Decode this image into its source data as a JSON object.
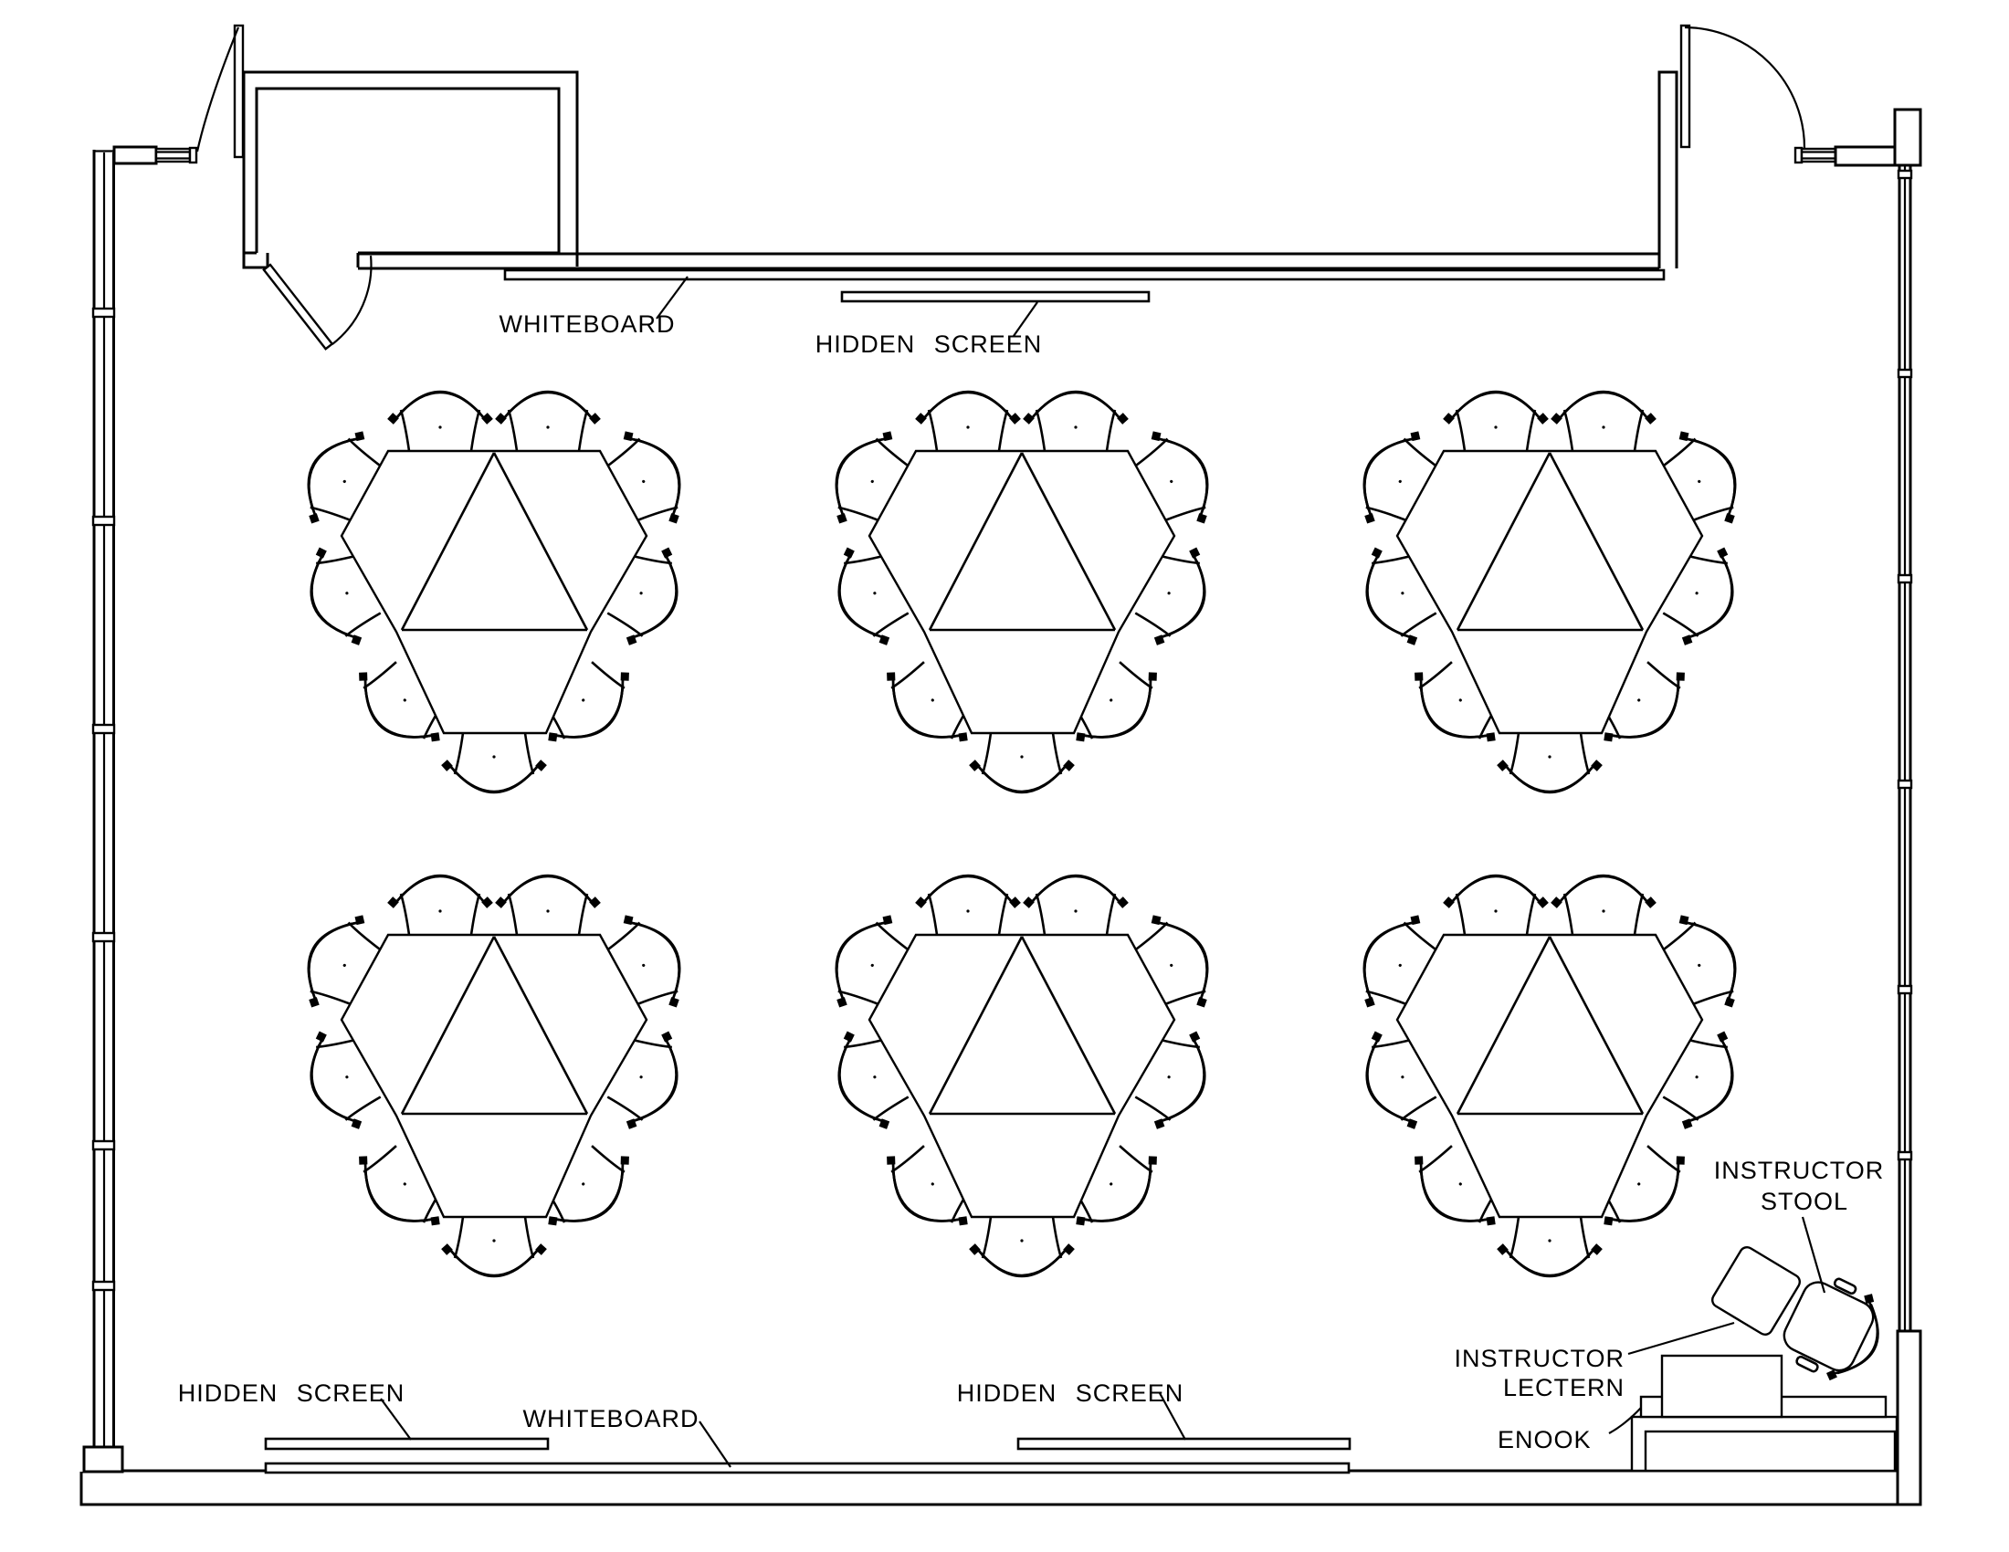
{
  "drawing": {
    "type": "classroom-floor-plan",
    "colors": {
      "line": "#000000",
      "background": "#ffffff"
    },
    "clusters": {
      "count": 6,
      "chairs_per_cluster": 9,
      "rows": 2,
      "columns": 3
    }
  },
  "labels": {
    "whiteboard_top": "WHITEBOARD",
    "hidden_screen_top": "HIDDEN SCREEN",
    "hidden_screen_bottom_left": "HIDDEN SCREEN",
    "whiteboard_bottom": "WHITEBOARD",
    "hidden_screen_bottom_right": "HIDDEN SCREEN",
    "instructor_stool_line1": "INSTRUCTOR",
    "instructor_stool_line2": "STOOL",
    "instructor_lectern_line1": "INSTRUCTOR",
    "instructor_lectern_line2": "LECTERN",
    "enook": "ENOOK"
  }
}
